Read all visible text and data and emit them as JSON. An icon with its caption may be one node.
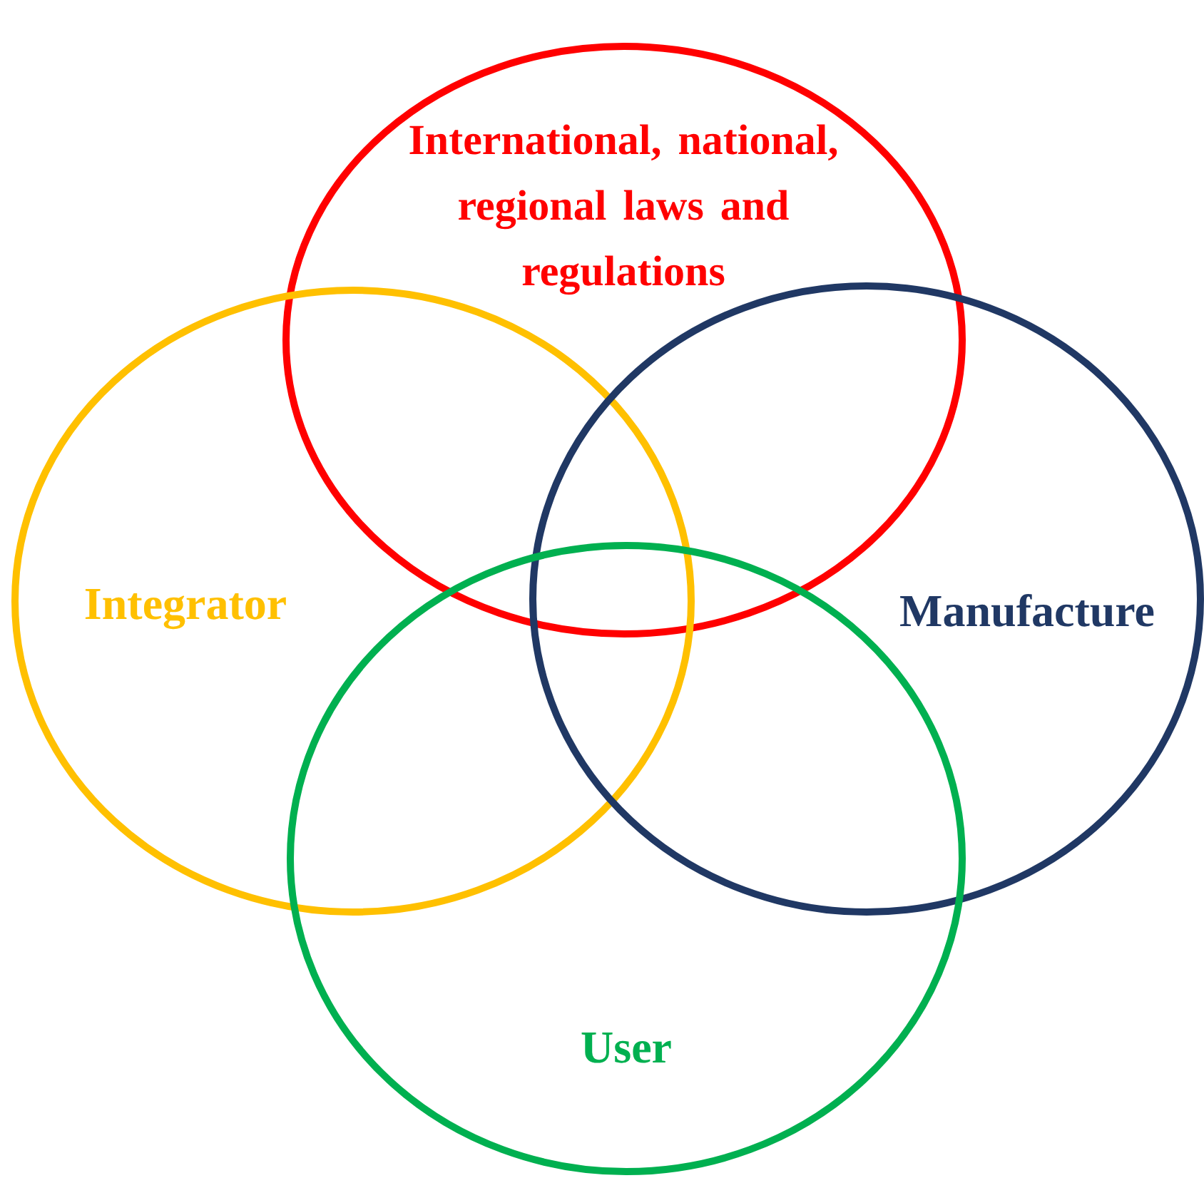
{
  "diagram": {
    "nodes": [
      {
        "text": [
          "International, national, regional laws and regulations"
        ]
      },
      {
        "text": [
          "Integrator"
        ]
      },
      {
        "text": [
          "Manufacture"
        ]
      },
      {
        "text": [
          "User"
        ]
      }
    ]
  }
}
